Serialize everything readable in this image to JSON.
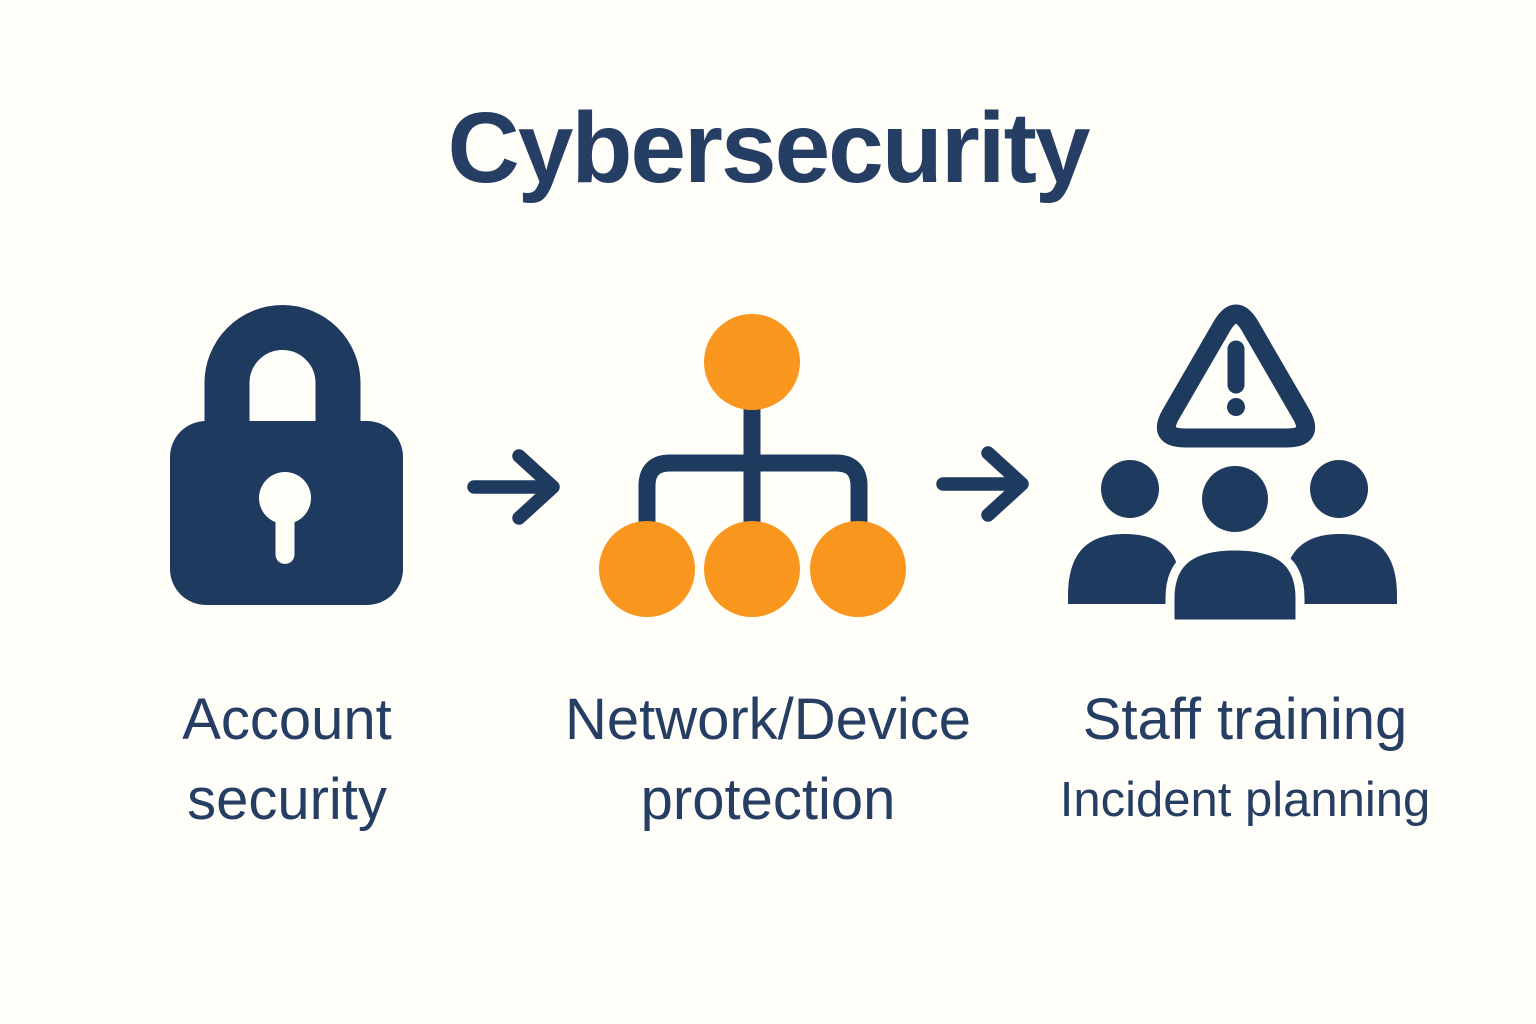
{
  "title": "Cybersecurity",
  "colors": {
    "navy": "#1E3A5E",
    "orange": "#F9961E",
    "bg": "#FFFEF9",
    "text": "#263E63"
  },
  "steps": [
    {
      "icon": "lock-icon",
      "lines": [
        "Account",
        "security"
      ]
    },
    {
      "icon": "network-icon",
      "lines": [
        "Network/Device",
        "protection"
      ]
    },
    {
      "icon": "staff-warning-icon",
      "lines": [
        "Staff training",
        "Incident planning"
      ]
    }
  ],
  "arrows": [
    {
      "icon": "right-arrow-icon"
    },
    {
      "icon": "right-arrow-icon"
    }
  ]
}
